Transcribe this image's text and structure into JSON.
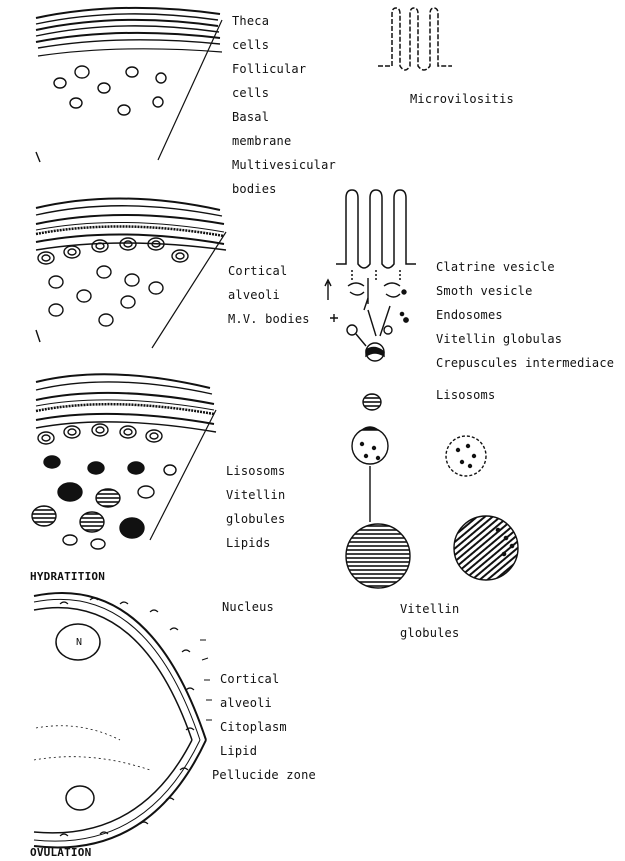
{
  "panel1": {
    "labels": [
      "Theca",
      "cells",
      "Follicular",
      "cells",
      "Basal",
      "membrane",
      "Multivesicular",
      "bodies"
    ],
    "microvilli_label": "Microvilositis"
  },
  "panel2": {
    "left_labels": [
      "Cortical",
      "alveoli",
      "M.V. bodies"
    ],
    "right_labels": [
      "Clatrine vesicle",
      "Smoth vesicle",
      "Endosomes",
      "Vitellin globulas",
      "Crepuscules intermediace",
      "Lisosoms"
    ]
  },
  "panel3": {
    "labels": [
      "Lisosoms",
      "Vitellin",
      "globules",
      "Lipids"
    ],
    "stage_title": "HYDRATITION"
  },
  "panel4": {
    "nucleus_label": "Nucleus",
    "nucleus_letter": "N",
    "globules_label": [
      "Vitellin",
      "globules"
    ],
    "labels": [
      "Cortical",
      "alveoli",
      "Citoplasm",
      "Lipid",
      "Pellucide zone"
    ],
    "stage_title": "OVULATION"
  },
  "colors": {
    "ink": "#111111",
    "paper": "#ffffff"
  }
}
